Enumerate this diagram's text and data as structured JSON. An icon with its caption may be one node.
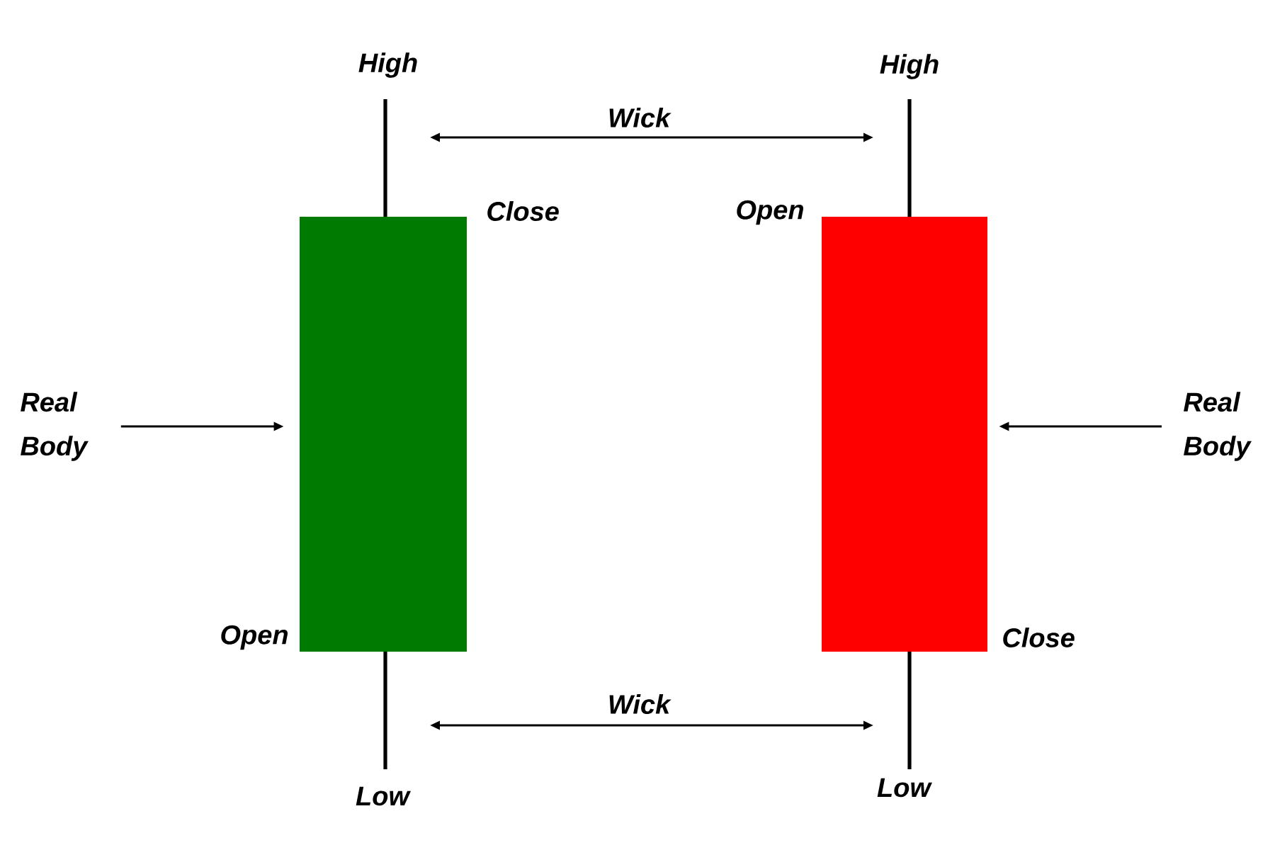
{
  "diagram": {
    "nodes": [
      {
        "text": [],
        "shape": "bar",
        "beside": [
          "High"
        ]
      },
      {
        "text": [],
        "shape": "bar",
        "beside": [
          "High"
        ]
      },
      {
        "text": [],
        "shape": "box",
        "beside": [
          "Close",
          "Open"
        ]
      },
      {
        "text": [],
        "shape": "box",
        "beside": [
          "Open",
          "Close"
        ]
      },
      {
        "text": [
          "Real Body"
        ]
      },
      {
        "text": [
          "Real Body"
        ]
      },
      {
        "text": [],
        "shape": "bar",
        "beside": [
          "Low"
        ]
      },
      {
        "text": [],
        "shape": "bar",
        "beside": [
          "Low"
        ]
      }
    ],
    "edges": [
      {
        "from": 4,
        "to": 2,
        "arrow": "to"
      },
      {
        "from": 5,
        "to": 3,
        "arrow": "to"
      },
      {
        "from": 0,
        "to": 1,
        "arrow": "both",
        "label": "Wick"
      },
      {
        "from": 6,
        "to": 7,
        "arrow": "both",
        "label": "Wick"
      }
    ]
  }
}
